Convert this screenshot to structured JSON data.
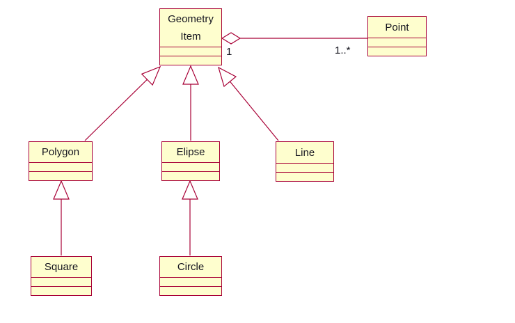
{
  "classes": {
    "geometry_item": {
      "name": "Geometry Item"
    },
    "point": {
      "name": "Point"
    },
    "polygon": {
      "name": "Polygon"
    },
    "elipse": {
      "name": "Elipse"
    },
    "line": {
      "name": "Line"
    },
    "square": {
      "name": "Square"
    },
    "circle": {
      "name": "Circle"
    }
  },
  "relationships": {
    "aggregation": {
      "type": "aggregation",
      "whole": "Geometry Item",
      "part": "Point",
      "whole_multiplicity": "1",
      "part_multiplicity": "1..*"
    },
    "generalizations": [
      {
        "child": "Polygon",
        "parent": "Geometry Item"
      },
      {
        "child": "Elipse",
        "parent": "Geometry Item"
      },
      {
        "child": "Line",
        "parent": "Geometry Item"
      },
      {
        "child": "Square",
        "parent": "Polygon"
      },
      {
        "child": "Circle",
        "parent": "Elipse"
      }
    ]
  },
  "colors": {
    "class_fill": "#FEFECE",
    "class_border": "#A80036",
    "edge_line": "#A80036",
    "text": "#15151f",
    "background": "#FFFFFF"
  }
}
